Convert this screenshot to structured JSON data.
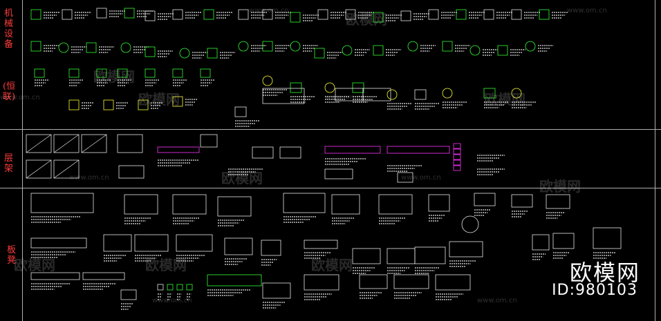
{
  "sections": [
    {
      "label": "机械设备"
    },
    {
      "label": "(恒联)"
    },
    {
      "label": "层架"
    },
    {
      "label": "板凳"
    }
  ],
  "watermark": {
    "brand": "欧模网",
    "url": "www.om.cn"
  },
  "footer": {
    "brand": "欧模网",
    "id": "ID:980103"
  },
  "colors": {
    "background": "#000000",
    "line_green": "#33ff33",
    "line_white": "#e8e8e8",
    "line_yellow": "#ffff33",
    "line_magenta": "#ff33ff",
    "line_cyan": "#33ffff",
    "label_red": "#ff3b3b"
  }
}
